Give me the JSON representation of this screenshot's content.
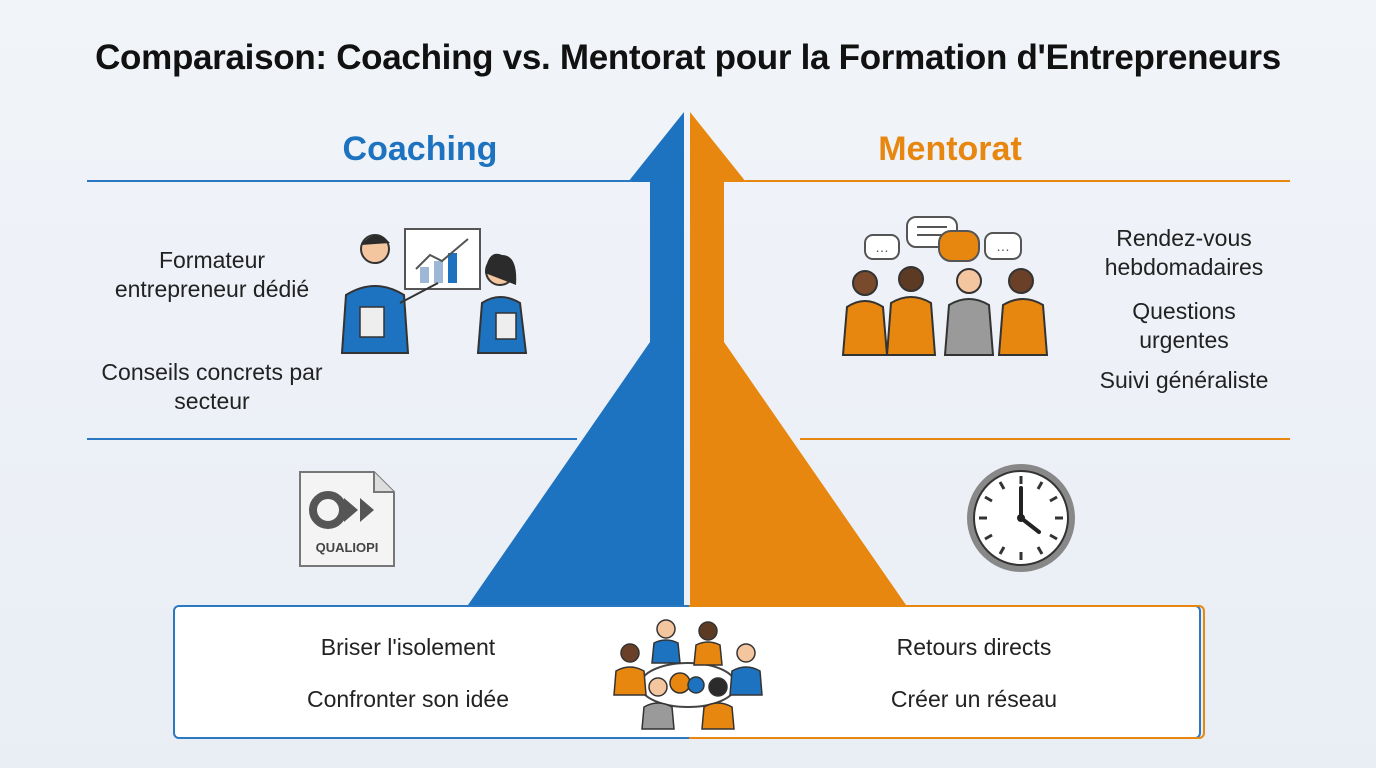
{
  "title": "Comparaison: Coaching vs. Mentorat pour la Formation d'Entrepreneurs",
  "colors": {
    "blue": "#1d73bf",
    "orange": "#e8870f"
  },
  "coaching": {
    "heading": "Coaching",
    "items": [
      "Formateur entrepreneur dédié",
      "Conseils concrets par secteur"
    ],
    "illustration": "coach-presenting-chart-icon",
    "badge": {
      "icon": "qualiopi-logo",
      "text": "QUALIOPI"
    }
  },
  "mentorat": {
    "heading": "Mentorat",
    "items": [
      "Rendez-vous hebdomadaires",
      "Questions urgentes",
      "Suivi généraliste"
    ],
    "illustration": "group-discussion-icon",
    "badge": {
      "icon": "clock-icon"
    }
  },
  "shared": {
    "left": [
      "Briser l'isolement",
      "Confronter son idée"
    ],
    "right": [
      "Retours directs",
      "Créer un réseau"
    ],
    "illustration": "round-table-meeting-icon"
  }
}
